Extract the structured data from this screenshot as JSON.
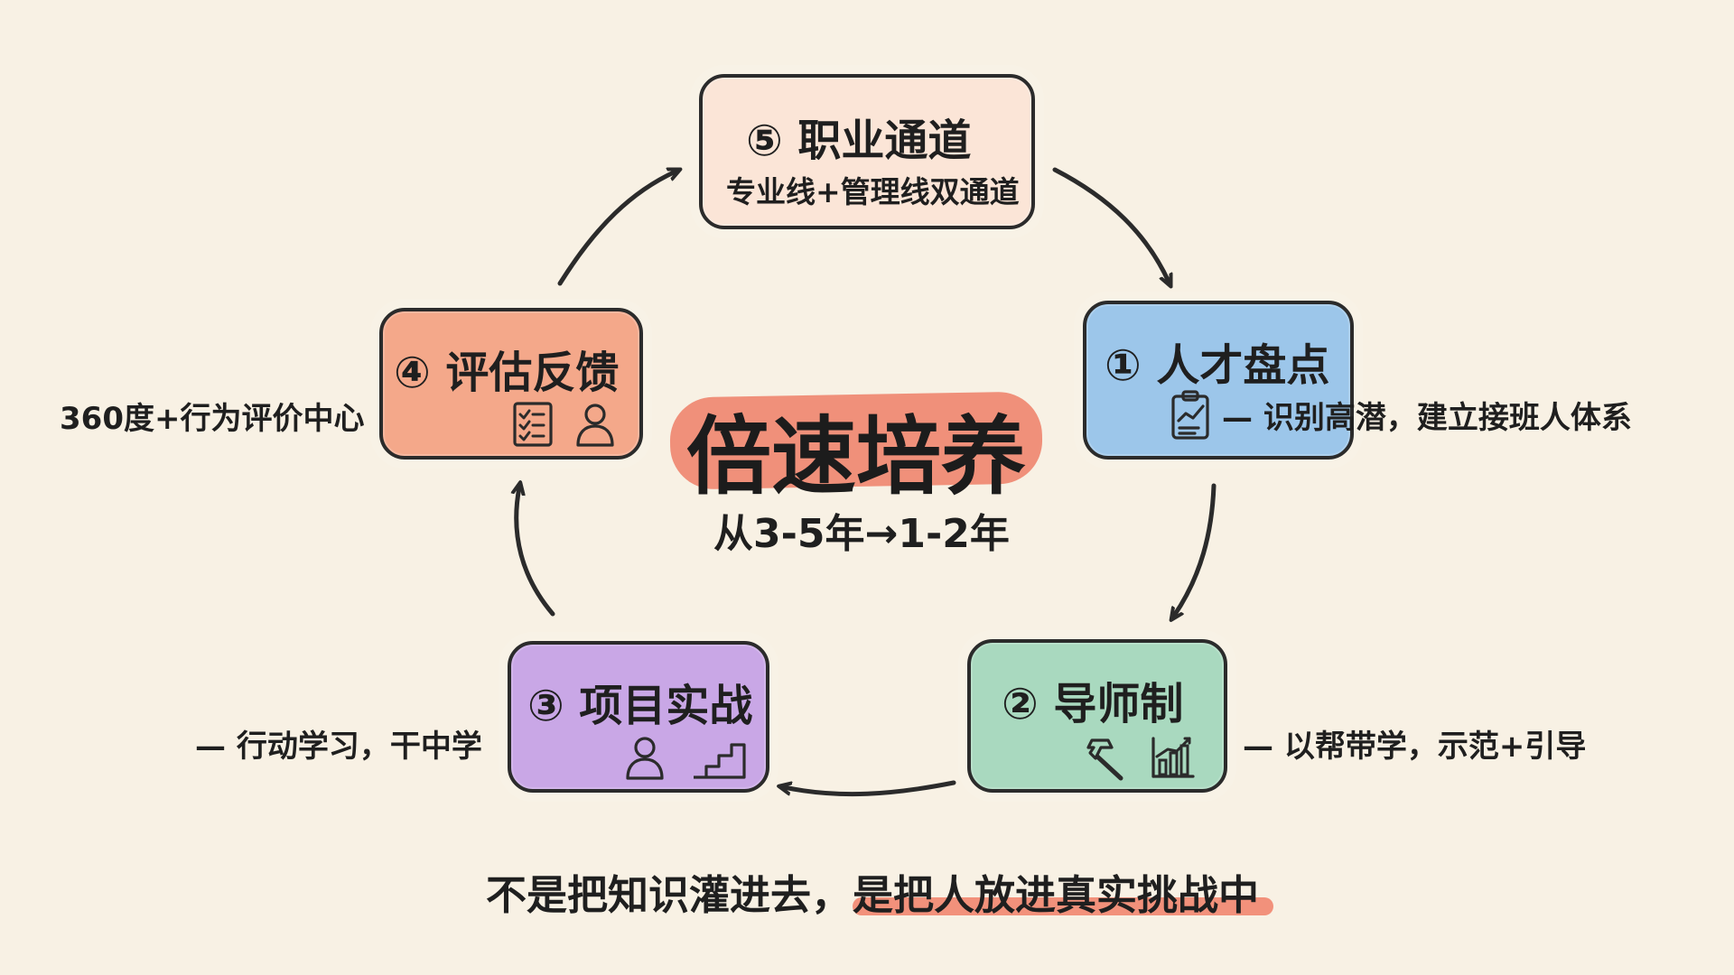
{
  "diagram": {
    "center": {
      "title": "倍速培养",
      "subtitle": "从3-5年→1-2年",
      "highlight_color": "#ef7f67"
    },
    "stages": [
      {
        "id": "stage-1",
        "title": "① 人才盘点",
        "note": "— 识别高潜，建立接班人体系",
        "fill_color": "#9cc6ea",
        "icons": [
          "clipboard-chart-icon"
        ]
      },
      {
        "id": "stage-2",
        "title": "② 导师制",
        "note": "— 以帮带学，示范+引导",
        "fill_color": "#a9d9bf",
        "icons": [
          "hammer-icon",
          "bar-chart-icon"
        ]
      },
      {
        "id": "stage-3",
        "title": "③ 项目实战",
        "note": "— 行动学习，干中学",
        "fill_color": "#c9a7e6",
        "icons": [
          "person-icon",
          "stairs-icon"
        ]
      },
      {
        "id": "stage-4",
        "title": "④ 评估反馈",
        "note": "360度+行为评价中心",
        "fill_color": "#f4a88a",
        "icons": [
          "checklist-icon",
          "person-icon"
        ]
      },
      {
        "id": "stage-5",
        "title": "⑤ 职业通道",
        "subtitle": "专业线+管理线双通道",
        "fill_color": "#fbe5d7",
        "icons": []
      }
    ],
    "bottom_line": {
      "left_text": "不是把知识灌进去，",
      "right_text": "是把人放进真实挑战中",
      "highlight_color": "#f1866f"
    }
  }
}
